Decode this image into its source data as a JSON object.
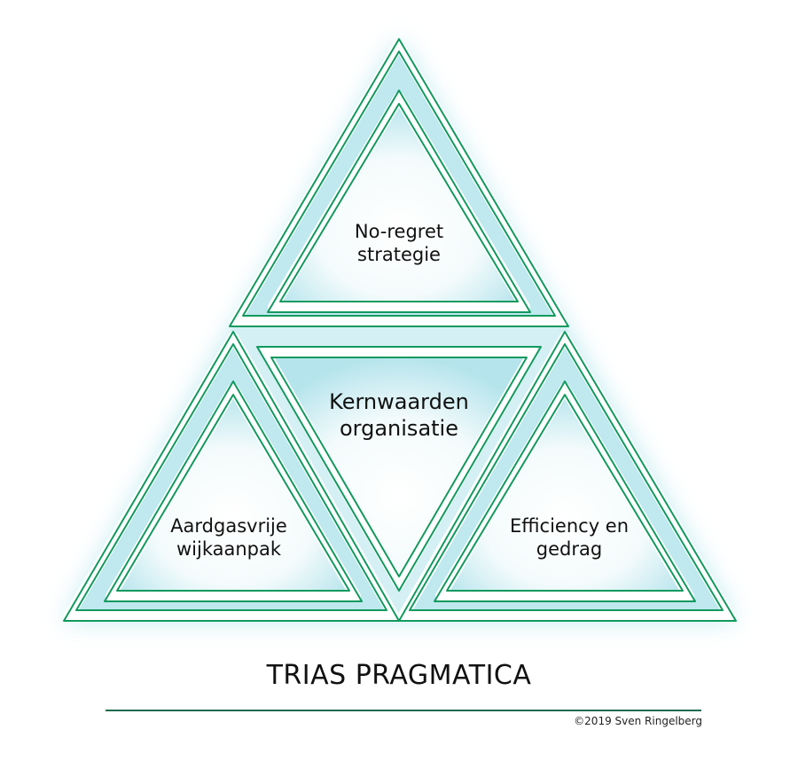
{
  "colors": {
    "stroke": "#129a5e",
    "fill_white": "#ffffff",
    "glow": "#aee3ec"
  },
  "sections": {
    "top": {
      "line1": "No-regret",
      "line2": "strategie"
    },
    "middle": {
      "line1": "Kernwaarden",
      "line2": "organisatie"
    },
    "left": {
      "line1": "Aardgasvrije",
      "line2": "wijkaanpak"
    },
    "right": {
      "line1": "Efficiency en",
      "line2": "gedrag"
    }
  },
  "title": "TRIAS PRAGMATICA",
  "copyright": "©2019 Sven Ringelberg"
}
